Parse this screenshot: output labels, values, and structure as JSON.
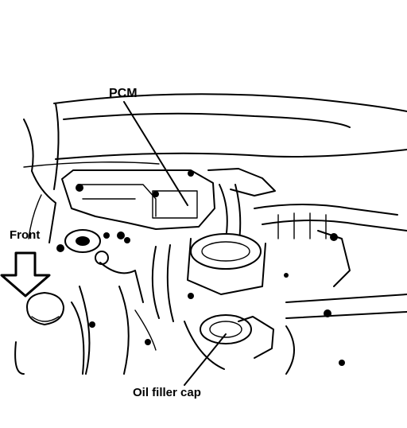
{
  "diagram": {
    "labels": {
      "pcm": "PCM",
      "front": "Front",
      "oil_filler_cap": "Oil filler cap"
    },
    "icons": [
      "front-arrow-icon"
    ]
  }
}
